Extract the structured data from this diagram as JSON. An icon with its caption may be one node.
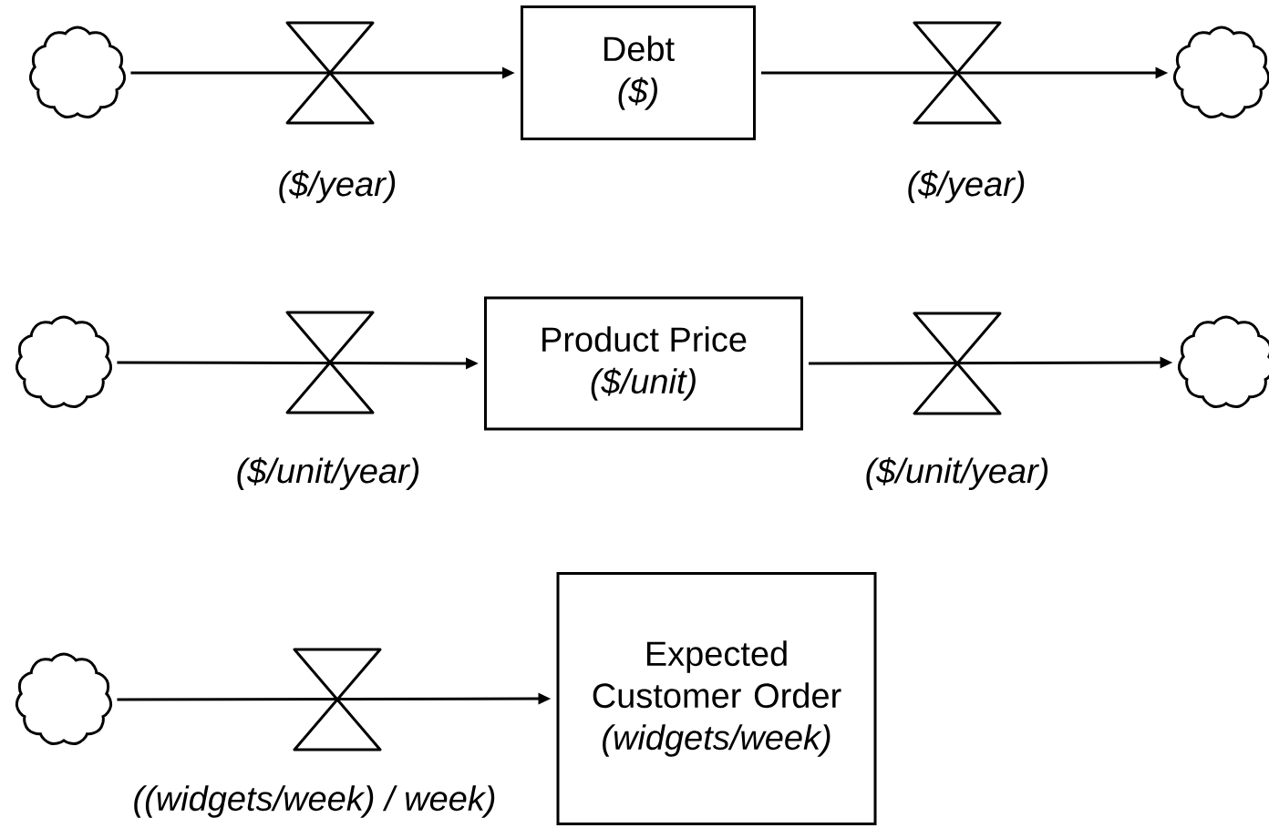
{
  "diagram": {
    "nodes": [
      {
        "text": [],
        "shape": "cloud"
      },
      {
        "text": [
          "Debt",
          "($)"
        ]
      },
      {
        "text": [],
        "shape": "cloud"
      },
      {
        "text": [],
        "shape": "cloud"
      },
      {
        "text": [
          "Product Price",
          "($/unit)"
        ]
      },
      {
        "text": [],
        "shape": "cloud"
      },
      {
        "text": [],
        "shape": "cloud"
      },
      {
        "text": [
          "Expected Customer Order",
          "(widgets/week)"
        ]
      }
    ],
    "edges": [
      {
        "from": 0,
        "to": 1,
        "arrow": "to",
        "label": "($/year)"
      },
      {
        "from": 1,
        "to": 2,
        "arrow": "to",
        "label": "($/year)"
      },
      {
        "from": 3,
        "to": 4,
        "arrow": "to",
        "label": "($/unit/year)"
      },
      {
        "from": 4,
        "to": 5,
        "arrow": "to",
        "label": "($/unit/year)"
      },
      {
        "from": 6,
        "to": 7,
        "arrow": "to",
        "label": "((widgets/week) / week)"
      }
    ]
  }
}
